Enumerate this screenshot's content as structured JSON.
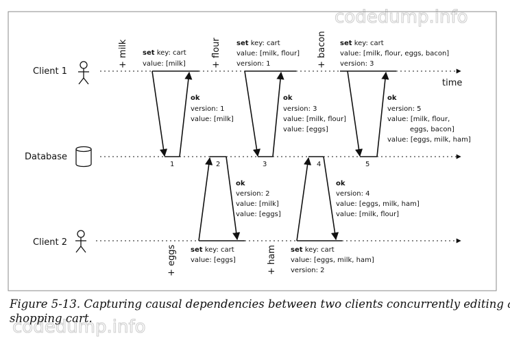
{
  "participants": {
    "client1": "Client 1",
    "database": "Database",
    "client2": "Client 2",
    "time": "time"
  },
  "actions": {
    "milk": "+ milk",
    "flour": "+ flour",
    "bacon": "+ bacon",
    "eggs": "+ eggs",
    "ham": "+ ham"
  },
  "requests": {
    "c1_r1": {
      "set": "set",
      "key": " key: cart",
      "value": "value: [milk]"
    },
    "c1_r2": {
      "set": "set",
      "key": " key: cart",
      "value": "value: [milk, flour]",
      "version": "version: 1"
    },
    "c1_r3": {
      "set": "set",
      "key": " key: cart",
      "value": "value: [milk, flour, eggs, bacon]",
      "version": "version: 3"
    },
    "c2_r1": {
      "set": "set",
      "key": " key: cart",
      "value": "value: [eggs]"
    },
    "c2_r2": {
      "set": "set",
      "key": " key: cart",
      "value": "value: [eggs, milk, ham]",
      "version": "version: 2"
    }
  },
  "responses": {
    "r1": {
      "ok": "ok",
      "version": "version: 1",
      "values": [
        "value: [milk]"
      ]
    },
    "r3": {
      "ok": "ok",
      "version": "version: 3",
      "values": [
        "value: [milk, flour]",
        "value: [eggs]"
      ]
    },
    "r5": {
      "ok": "ok",
      "version": "version: 5",
      "values": [
        "value: [milk, flour,",
        "eggs, bacon]",
        "value: [eggs, milk, ham]"
      ]
    },
    "r2": {
      "ok": "ok",
      "version": "version: 2",
      "values": [
        "value: [milk]",
        "value: [eggs]"
      ]
    },
    "r4": {
      "ok": "ok",
      "version": "version: 4",
      "values": [
        "value: [eggs, milk, ham]",
        "value: [milk, flour]"
      ]
    }
  },
  "db_versions": [
    "1",
    "2",
    "3",
    "4",
    "5"
  ],
  "caption": {
    "line1": "Figure 5-13. Capturing causal dependencies between two clients concurrently editing a",
    "line2": "shopping cart."
  },
  "watermark": "codedump.info",
  "colors": {
    "line": "#111111",
    "frame": "#8a8a8a",
    "watermark": "#cfcfcf"
  }
}
